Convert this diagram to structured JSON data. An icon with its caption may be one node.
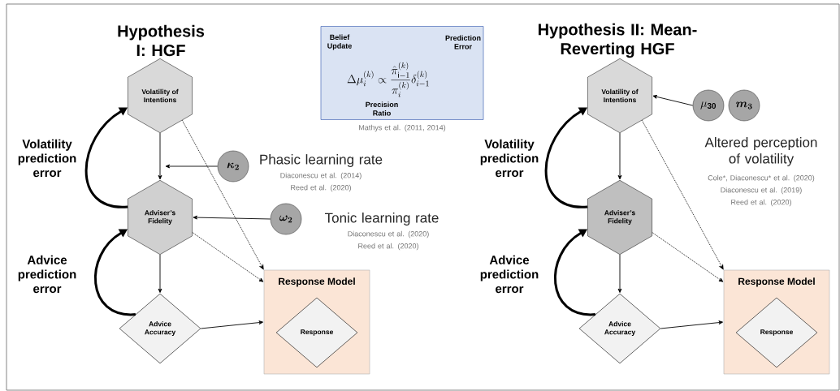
{
  "diagram": {
    "nodes": [
      {
        "text": [
          "Volatility of Intentions"
        ]
      },
      {
        "text": [
          "Belief Update",
          "Prediction Error",
          "\\Delta\\mu_i^{(k)} \\propto \\frac{\\hat{\\pi}_{\\mathrm{i}-1}^{(k)}}{\\pi_i^{(k)}}\\delta_{i-1}^{(k)}",
          "Precision Ratio"
        ],
        "beside": [
          "Mathys et al. (2011, 2014)"
        ]
      },
      {
        "text": [
          "\\boldsymbol{\\kappa_2}"
        ],
        "beside": [
          "Phasic learning rate",
          "Diaconescu et al. (2014)",
          "Reed et al. (2020)"
        ]
      },
      {
        "text": [
          "Adviser’s Fidelity"
        ]
      },
      {
        "text": [
          "\\boldsymbol{\\omega_2}"
        ],
        "beside": [
          "Tonic learning rate",
          "Diaconescu et al. (2020)",
          "Reed et al. (2020)"
        ]
      },
      {
        "text": [
          "Advice Accuracy"
        ]
      },
      {
        "text": [
          "Response Model"
        ]
      },
      {
        "text": [
          "Response"
        ],
        "in": 6
      },
      {
        "text": [
          "Volatility of Intentions"
        ]
      },
      {
        "text": [
          "\\mathrm{\\mu}_{\\mathbf{30}}"
        ]
      },
      {
        "text": [
          "\\boldsymbol{m_3}"
        ],
        "beside": [
          "Altered perception of volatility",
          "Cole*, Diaconescu* et al. (2020)",
          "Diaconescu et al. (2019)",
          "Reed et al. (2020)"
        ]
      },
      {
        "text": [
          "Adviser’s Fidelity"
        ]
      },
      {
        "text": [
          "Advice Accuracy"
        ]
      },
      {
        "text": [
          "Response Model"
        ]
      },
      {
        "text": [
          "Response"
        ],
        "in": 13
      }
    ],
    "edges": [
      {
        "from": 0,
        "to": 3,
        "arrow": "to"
      },
      {
        "from": 2,
        "to": null,
        "arrow": "to"
      },
      {
        "from": 4,
        "to": 3,
        "arrow": "to"
      },
      {
        "from": 3,
        "to": 5,
        "arrow": "to"
      },
      {
        "from": 5,
        "to": 6,
        "arrow": "to"
      },
      {
        "from": 0,
        "to": 6,
        "arrow": "to",
        "style": "dashed"
      },
      {
        "from": 3,
        "to": 6,
        "arrow": "to",
        "style": "dashed"
      },
      {
        "from": 3,
        "to": 0,
        "arrow": "to",
        "style": "thick"
      },
      {
        "from": 5,
        "to": 3,
        "arrow": "to",
        "style": "thick"
      },
      {
        "from": 8,
        "to": 11,
        "arrow": "to"
      },
      {
        "from": 9,
        "to": 8,
        "arrow": "to"
      },
      {
        "from": 11,
        "to": 12,
        "arrow": "to"
      },
      {
        "from": 12,
        "to": 13,
        "arrow": "to"
      },
      {
        "from": 8,
        "to": 13,
        "arrow": "to",
        "style": "dashed"
      },
      {
        "from": 11,
        "to": 13,
        "arrow": "to",
        "style": "dashed"
      },
      {
        "from": 11,
        "to": 8,
        "arrow": "to",
        "style": "thick"
      },
      {
        "from": 12,
        "to": 11,
        "arrow": "to",
        "style": "thick"
      }
    ],
    "labels": [
      "Hypothesis I: HGF",
      "Hypothesis II: Mean-Reverting HGF",
      "Volatility prediction error",
      "Advice prediction error",
      "Volatility prediction error",
      "Advice prediction error"
    ]
  }
}
